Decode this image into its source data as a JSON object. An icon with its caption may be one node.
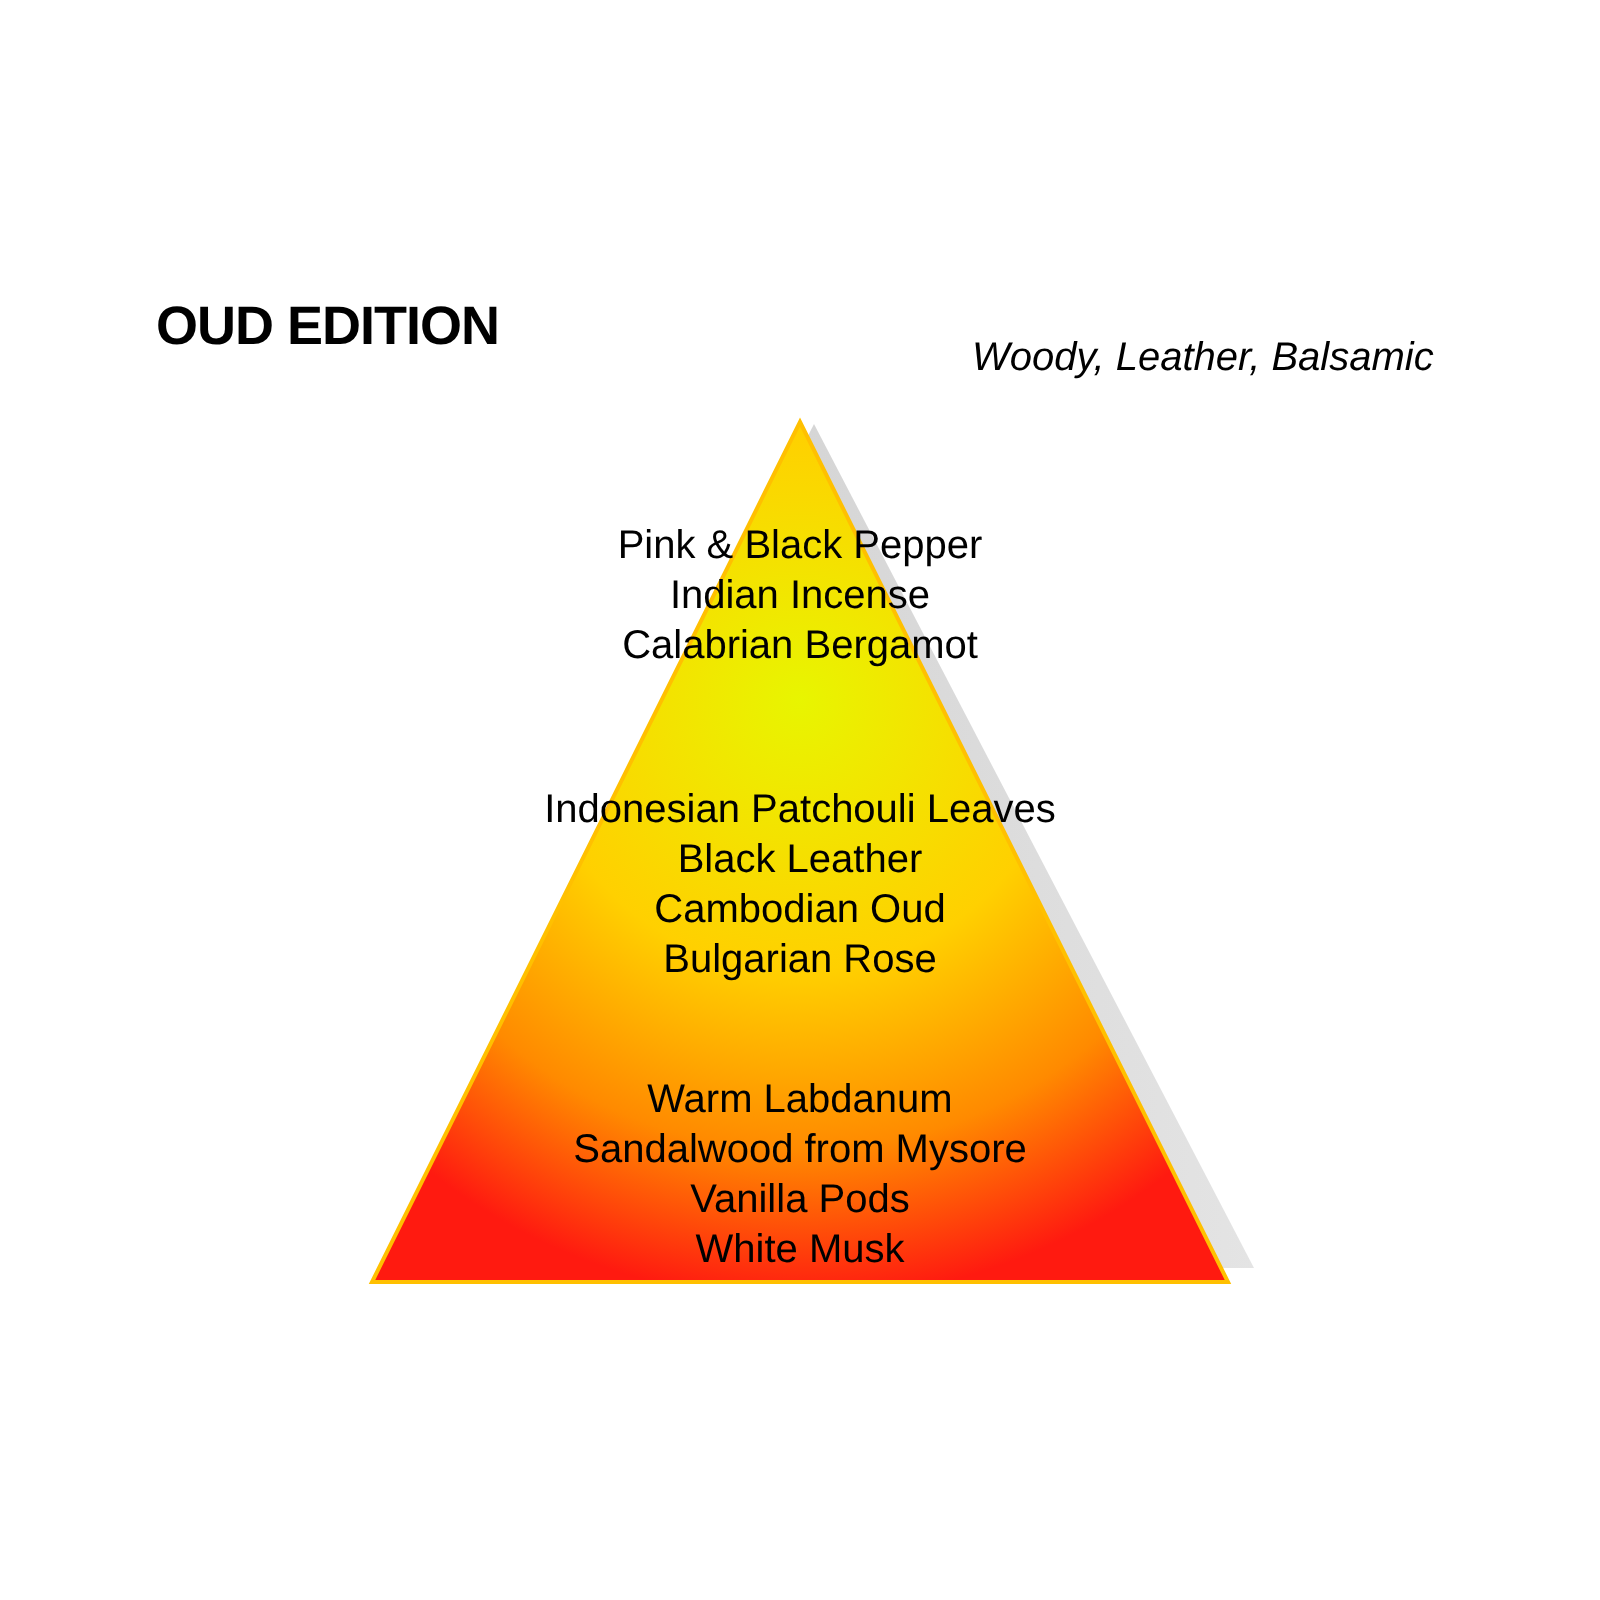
{
  "diagram": {
    "title": "OUD EDITION",
    "nodes": [
      {
        "text": [
          "Pink & Black Pepper Indian Incense Calabrian Bergamot",
          "Indonesian Patchouli Leaves Black Leather Cambodian Oud Bulgarian Rose",
          "Warm Labdanum Sandalwood from Mysore Vanilla Pods White Musk"
        ]
      }
    ],
    "labels": [
      "Woody, Leather, Balsamic"
    ]
  }
}
